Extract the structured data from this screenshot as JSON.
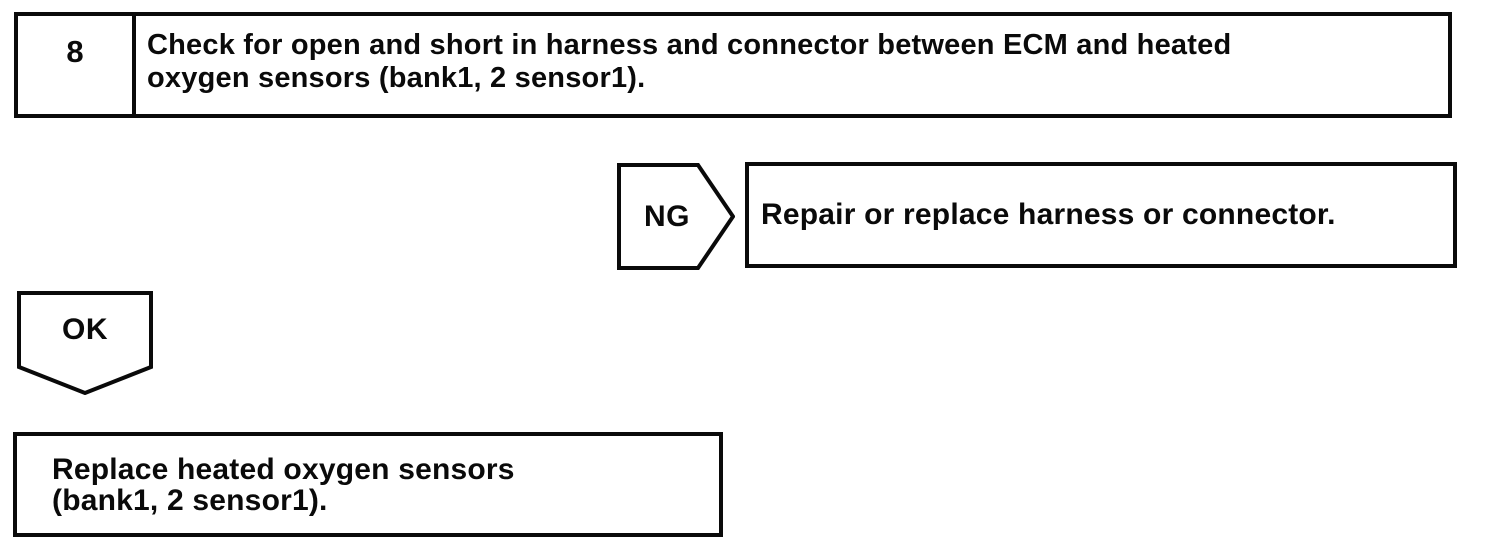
{
  "colors": {
    "ink": "#0a0a0a",
    "background": "#ffffff"
  },
  "step_box": {
    "number": "8",
    "text": "Check for open and short in harness and connector between ECM and heated oxygen sensors (bank1, 2 sensor1)."
  },
  "ng_branch": {
    "tag": "NG",
    "result_text": "Repair or replace harness or connector."
  },
  "ok_branch": {
    "tag": "OK",
    "result_text": "Replace heated oxygen sensors (bank1, 2 sensor1)."
  }
}
